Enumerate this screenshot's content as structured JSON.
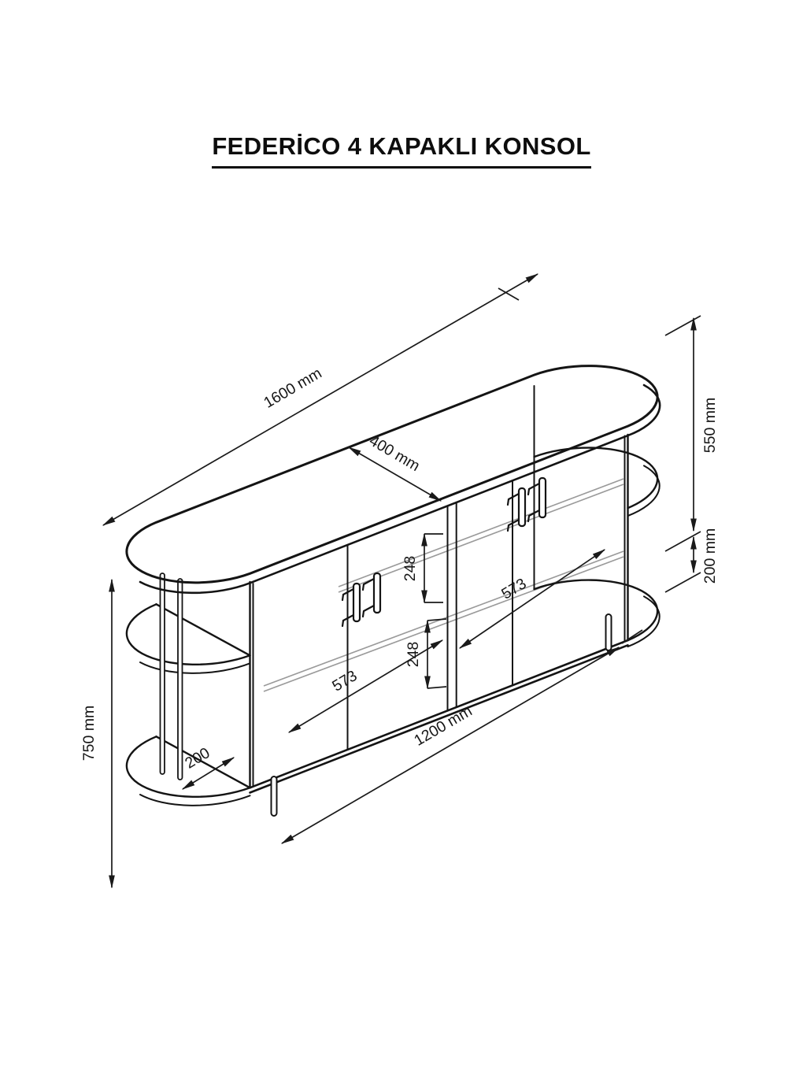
{
  "title": "FEDERİCO 4 KAPAKLI KONSOL",
  "drawing": {
    "dimensions": {
      "total_length": "1600 mm",
      "depth": "400 mm",
      "body_height": "550 mm",
      "leg_height": "200 mm",
      "total_height": "750 mm",
      "cabinet_length": "1200 mm",
      "door_width_left": "573",
      "door_width_right": "573",
      "inner_shelf_spacing_top": "248",
      "inner_shelf_spacing_bottom": "248",
      "side_shelf_depth": "200"
    }
  }
}
